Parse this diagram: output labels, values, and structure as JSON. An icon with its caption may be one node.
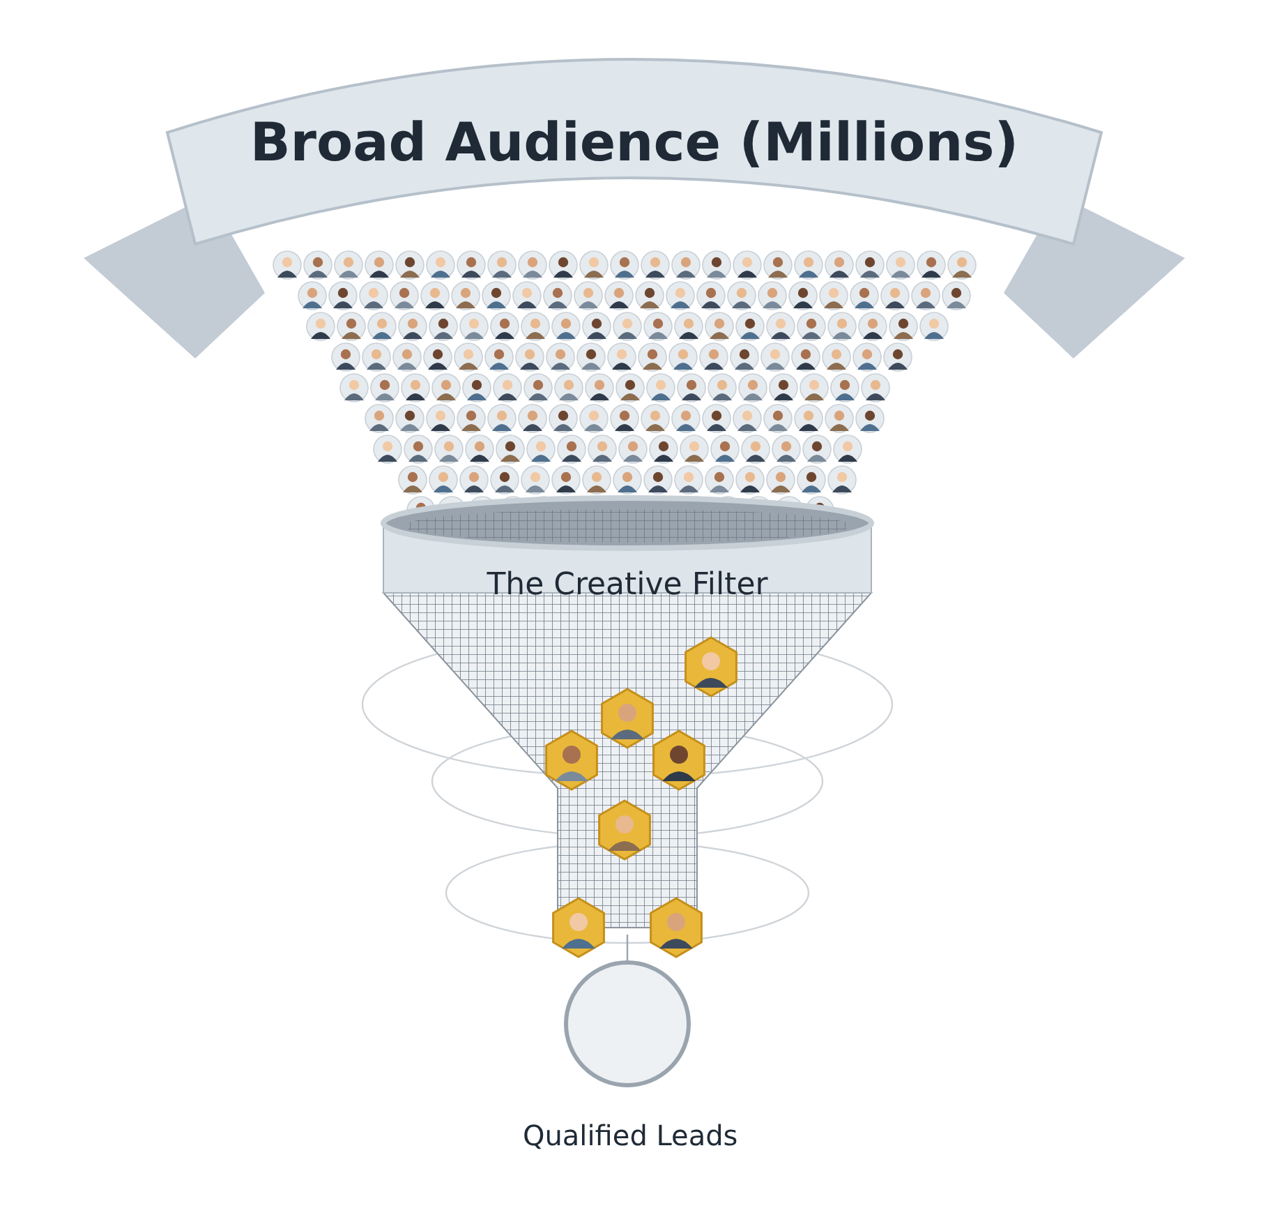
{
  "diagram": {
    "nodes": [
      {
        "text": [
          "Broad Audience (Millions)"
        ]
      },
      {
        "text": [
          "The Creative Filter"
        ]
      },
      {
        "text": [
          "Qualified Leads"
        ]
      }
    ],
    "edges": [
      {
        "from": 1,
        "to": 2,
        "arrow": "none"
      }
    ]
  }
}
